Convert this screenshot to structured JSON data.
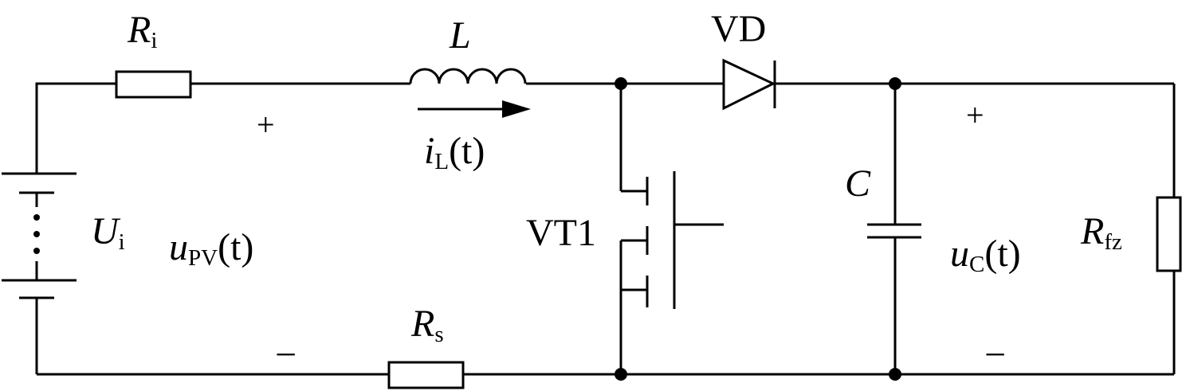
{
  "labels": {
    "ri_main": "R",
    "ri_sub": "i",
    "l_main": "L",
    "vd": "VD",
    "il_main": "i",
    "il_sub": "L",
    "il_tail": "(t)",
    "ui_main": "U",
    "ui_sub": "i",
    "upv_main": "u",
    "upv_sub": "PV",
    "upv_tail": "(t)",
    "vt1": "VT1",
    "c": "C",
    "uc_main": "u",
    "uc_sub": "C",
    "uc_tail": "(t)",
    "rfz_main": "R",
    "rfz_sub": "fz",
    "rs_main": "R",
    "rs_sub": "s",
    "plus_left": "+",
    "minus_left": "−",
    "plus_right": "+",
    "minus_right": "−"
  }
}
